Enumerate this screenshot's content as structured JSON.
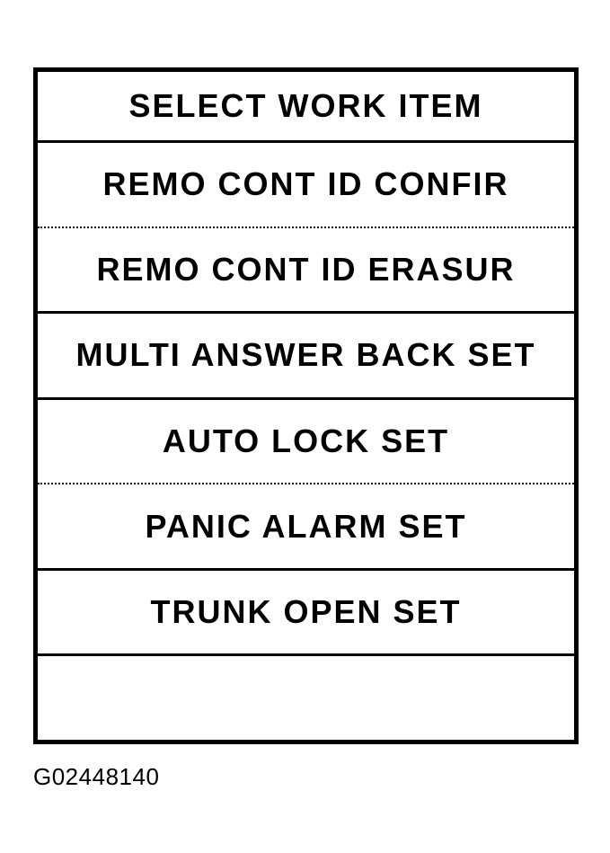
{
  "colors": {
    "ink": "#000000",
    "paper": "#ffffff"
  },
  "figure": {
    "caption": "G02448140"
  },
  "menu": {
    "title": "SELECT WORK ITEM",
    "items": [
      {
        "label": "REMO CONT ID CONFIR",
        "divider_above": "solid"
      },
      {
        "label": "REMO CONT ID ERASUR",
        "divider_above": "dotted"
      },
      {
        "label": "MULTI ANSWER BACK SET",
        "divider_above": "solid"
      },
      {
        "label": "AUTO LOCK SET",
        "divider_above": "solid"
      },
      {
        "label": "PANIC ALARM SET",
        "divider_above": "dotted"
      },
      {
        "label": "TRUNK OPEN SET",
        "divider_above": "solid"
      },
      {
        "label": "",
        "divider_above": "solid"
      }
    ]
  }
}
